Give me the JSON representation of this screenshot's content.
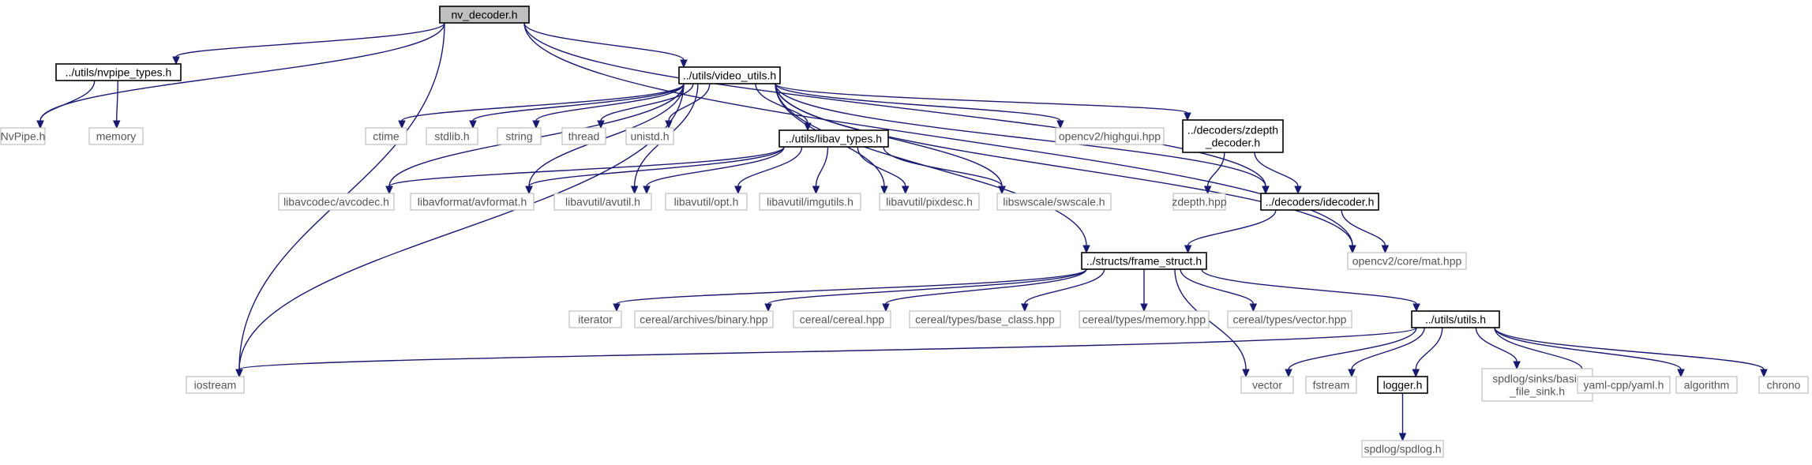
{
  "graph": {
    "colors": {
      "edge": "#191970",
      "root_fill": "#bfbfbf",
      "doc_border": "#000000",
      "system_border": "#bfbfbf"
    },
    "nodes": [
      {
        "id": "nv_decoder",
        "label": "nv_decoder.h",
        "kind": "root"
      },
      {
        "id": "nvpipe_types",
        "label": "../utils/nvpipe_types.h",
        "kind": "doc"
      },
      {
        "id": "video_utils",
        "label": "../utils/video_utils.h",
        "kind": "doc"
      },
      {
        "id": "nvpipe",
        "label": "NvPipe.h",
        "kind": "system"
      },
      {
        "id": "memory",
        "label": "memory",
        "kind": "system"
      },
      {
        "id": "ctime",
        "label": "ctime",
        "kind": "system"
      },
      {
        "id": "stdlib",
        "label": "stdlib.h",
        "kind": "system"
      },
      {
        "id": "string",
        "label": "string",
        "kind": "system"
      },
      {
        "id": "thread",
        "label": "thread",
        "kind": "system"
      },
      {
        "id": "unistd",
        "label": "unistd.h",
        "kind": "system"
      },
      {
        "id": "libav_types",
        "label": "../utils/libav_types.h",
        "kind": "doc"
      },
      {
        "id": "highgui",
        "label": "opencv2/highgui.hpp",
        "kind": "system"
      },
      {
        "id": "zdepth_decoder",
        "label": "../decoders/zdepth\n_decoder.h",
        "kind": "doc"
      },
      {
        "id": "avcodec",
        "label": "libavcodec/avcodec.h",
        "kind": "system"
      },
      {
        "id": "avformat",
        "label": "libavformat/avformat.h",
        "kind": "system"
      },
      {
        "id": "avutil",
        "label": "libavutil/avutil.h",
        "kind": "system"
      },
      {
        "id": "opt",
        "label": "libavutil/opt.h",
        "kind": "system"
      },
      {
        "id": "imgutils",
        "label": "libavutil/imgutils.h",
        "kind": "system"
      },
      {
        "id": "pixdesc",
        "label": "libavutil/pixdesc.h",
        "kind": "system"
      },
      {
        "id": "swscale",
        "label": "libswscale/swscale.h",
        "kind": "system"
      },
      {
        "id": "zdepth_hpp",
        "label": "zdepth.hpp",
        "kind": "system"
      },
      {
        "id": "idecoder",
        "label": "../decoders/idecoder.h",
        "kind": "doc"
      },
      {
        "id": "mat",
        "label": "opencv2/core/mat.hpp",
        "kind": "system"
      },
      {
        "id": "frame_struct",
        "label": "../structs/frame_struct.h",
        "kind": "doc"
      },
      {
        "id": "iterator",
        "label": "iterator",
        "kind": "system"
      },
      {
        "id": "binary",
        "label": "cereal/archives/binary.hpp",
        "kind": "system"
      },
      {
        "id": "cereal",
        "label": "cereal/cereal.hpp",
        "kind": "system"
      },
      {
        "id": "base_class",
        "label": "cereal/types/base_class.hpp",
        "kind": "system"
      },
      {
        "id": "cmemory",
        "label": "cereal/types/memory.hpp",
        "kind": "system"
      },
      {
        "id": "cvector",
        "label": "cereal/types/vector.hpp",
        "kind": "system"
      },
      {
        "id": "utils",
        "label": "../utils/utils.h",
        "kind": "doc"
      },
      {
        "id": "iostream",
        "label": "iostream",
        "kind": "system"
      },
      {
        "id": "vector",
        "label": "vector",
        "kind": "system"
      },
      {
        "id": "fstream",
        "label": "fstream",
        "kind": "system"
      },
      {
        "id": "logger",
        "label": "logger.h",
        "kind": "doc"
      },
      {
        "id": "basic_sink",
        "label": "spdlog/sinks/basic\n_file_sink.h",
        "kind": "system"
      },
      {
        "id": "yaml",
        "label": "yaml-cpp/yaml.h",
        "kind": "system"
      },
      {
        "id": "algorithm",
        "label": "algorithm",
        "kind": "system"
      },
      {
        "id": "chrono",
        "label": "chrono",
        "kind": "system"
      },
      {
        "id": "spdlog",
        "label": "spdlog/spdlog.h",
        "kind": "system"
      }
    ],
    "edges": [
      [
        "nv_decoder",
        "nvpipe_types"
      ],
      [
        "nv_decoder",
        "video_utils"
      ],
      [
        "nv_decoder",
        "nvpipe"
      ],
      [
        "nv_decoder",
        "iostream"
      ],
      [
        "nv_decoder",
        "idecoder"
      ],
      [
        "nv_decoder",
        "mat"
      ],
      [
        "nvpipe_types",
        "nvpipe"
      ],
      [
        "nvpipe_types",
        "memory"
      ],
      [
        "video_utils",
        "iostream"
      ],
      [
        "video_utils",
        "avcodec"
      ],
      [
        "video_utils",
        "ctime"
      ],
      [
        "video_utils",
        "stdlib"
      ],
      [
        "video_utils",
        "string"
      ],
      [
        "video_utils",
        "thread"
      ],
      [
        "video_utils",
        "unistd"
      ],
      [
        "video_utils",
        "avformat"
      ],
      [
        "video_utils",
        "avutil"
      ],
      [
        "video_utils",
        "libav_types"
      ],
      [
        "video_utils",
        "pixdesc"
      ],
      [
        "video_utils",
        "swscale"
      ],
      [
        "video_utils",
        "highgui"
      ],
      [
        "video_utils",
        "zdepth_decoder"
      ],
      [
        "video_utils",
        "idecoder"
      ],
      [
        "video_utils",
        "frame_struct"
      ],
      [
        "video_utils",
        "mat"
      ],
      [
        "libav_types",
        "avcodec"
      ],
      [
        "libav_types",
        "avformat"
      ],
      [
        "libav_types",
        "avutil"
      ],
      [
        "libav_types",
        "opt"
      ],
      [
        "libav_types",
        "imgutils"
      ],
      [
        "libav_types",
        "pixdesc"
      ],
      [
        "libav_types",
        "swscale"
      ],
      [
        "zdepth_decoder",
        "zdepth_hpp"
      ],
      [
        "zdepth_decoder",
        "idecoder"
      ],
      [
        "idecoder",
        "frame_struct"
      ],
      [
        "idecoder",
        "mat"
      ],
      [
        "frame_struct",
        "iterator"
      ],
      [
        "frame_struct",
        "binary"
      ],
      [
        "frame_struct",
        "cereal"
      ],
      [
        "frame_struct",
        "base_class"
      ],
      [
        "frame_struct",
        "cmemory"
      ],
      [
        "frame_struct",
        "cvector"
      ],
      [
        "frame_struct",
        "utils"
      ],
      [
        "frame_struct",
        "vector"
      ],
      [
        "utils",
        "iostream"
      ],
      [
        "utils",
        "vector"
      ],
      [
        "utils",
        "fstream"
      ],
      [
        "utils",
        "logger"
      ],
      [
        "utils",
        "basic_sink"
      ],
      [
        "utils",
        "yaml"
      ],
      [
        "utils",
        "algorithm"
      ],
      [
        "utils",
        "chrono"
      ],
      [
        "logger",
        "spdlog"
      ]
    ]
  }
}
